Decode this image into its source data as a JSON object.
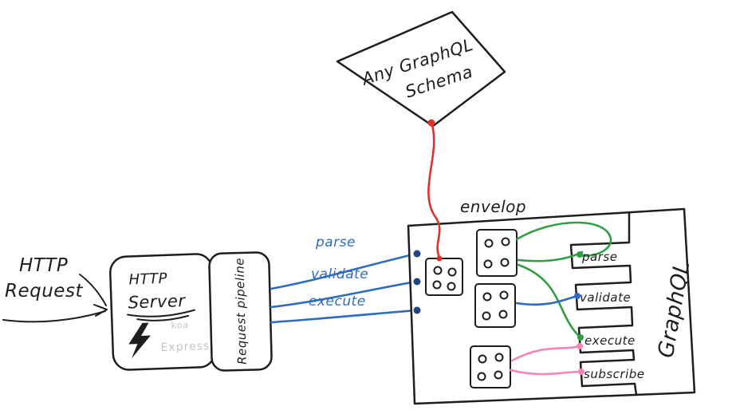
{
  "colors": {
    "ink": "#1e1e1e",
    "blue": "#2e6bc0",
    "red": "#e03131",
    "green": "#2f9e44",
    "pink": "#f584b7",
    "navy_dot": "#24457e",
    "gray_text": "#c4c4c4"
  },
  "request": {
    "line1": "HTTP",
    "line2": "Request"
  },
  "server": {
    "line1": "HTTP",
    "line2": "Server",
    "koa": "koa",
    "express": "Express"
  },
  "pipeline": {
    "label": "Request pipeline"
  },
  "wires": {
    "parse": "parse",
    "validate": "validate",
    "execute": "execute"
  },
  "envelop": {
    "title": "envelop",
    "slots": [
      "parse",
      "validate",
      "execute",
      "subscribe"
    ],
    "graphql": "GraphQL"
  },
  "schema": {
    "line1": "Any GraphQL",
    "line2": "Schema"
  }
}
